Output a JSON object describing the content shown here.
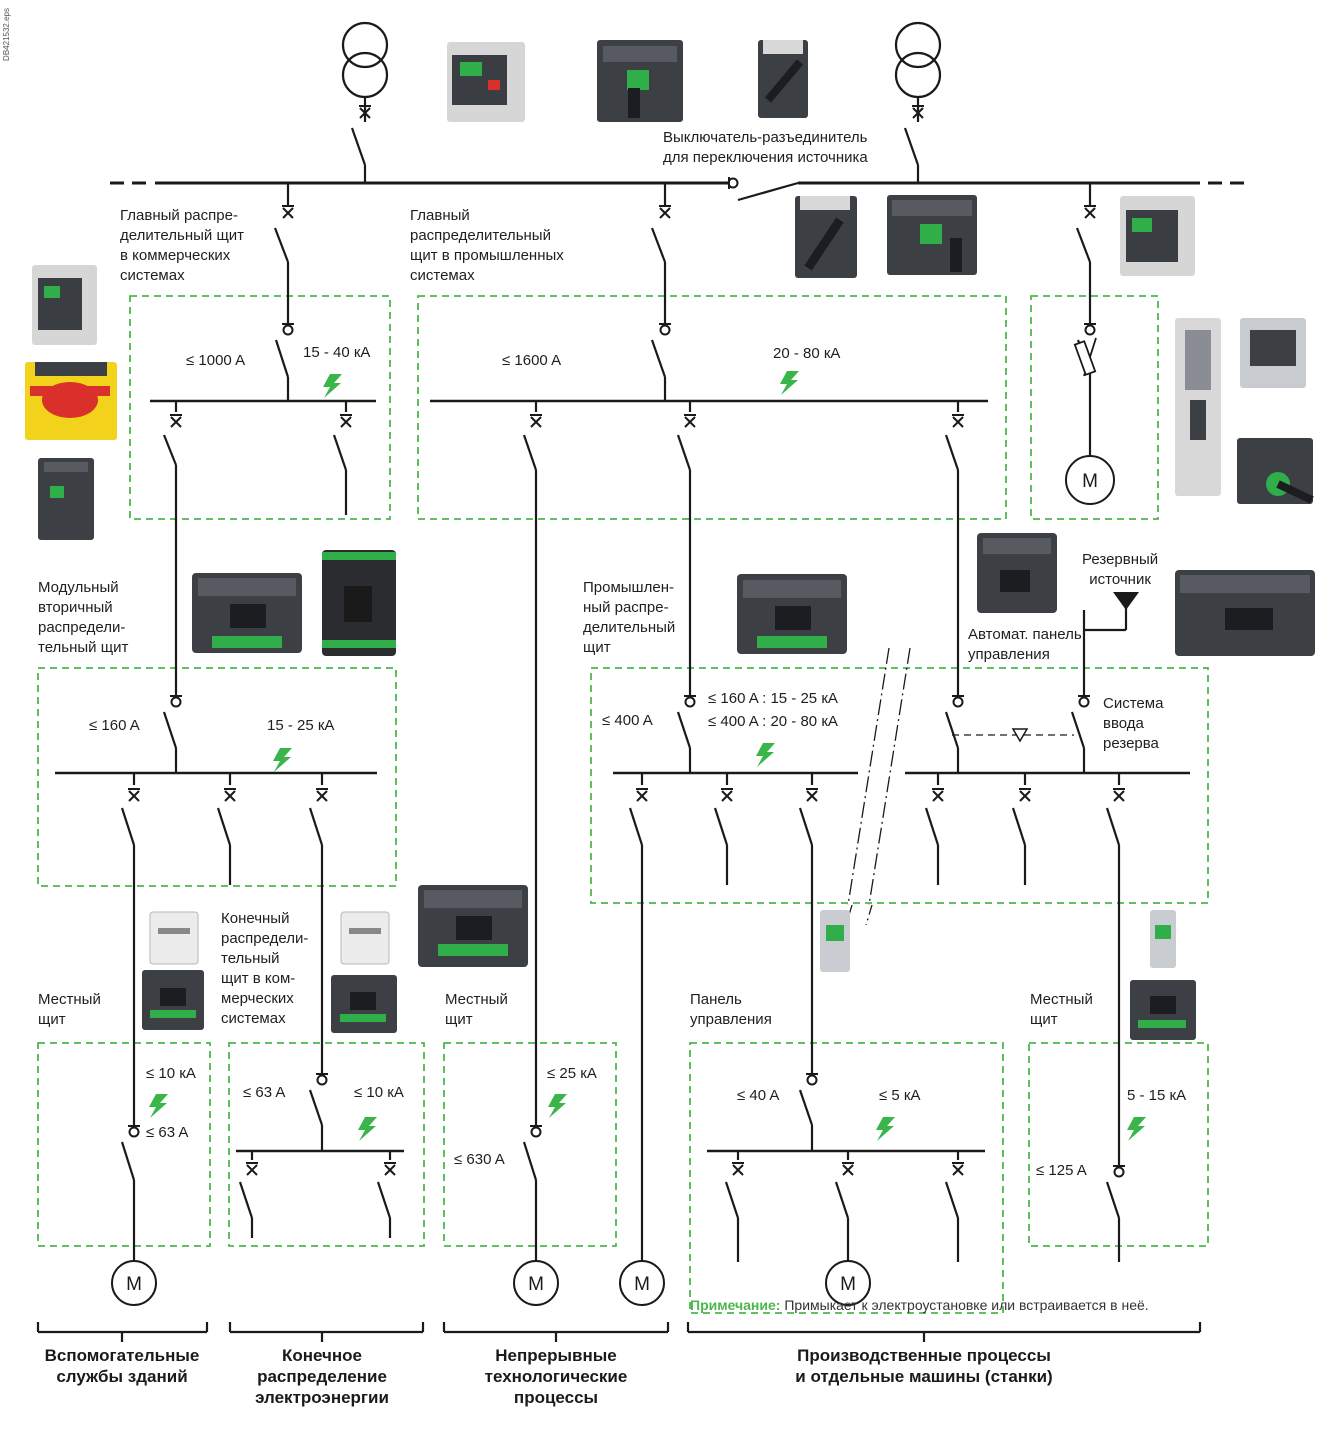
{
  "doc_id": "DB421532.eps",
  "labels": {
    "source_switch": "Выключатель-разъединитель\nдля переключения источника",
    "main_commercial": "Главный распре-\nделительный щит\nв коммерческих\nсистемах",
    "main_industrial": "Главный\nраспределительный\nщит в промышленных\nсистемах",
    "modular_secondary": "Модульный\nвторичный\nраспредели-\nтельный щит",
    "industrial_dist": "Промышлен-\nный распре-\nделительный\nщит",
    "backup_source": "Резервный\nисточник",
    "auto_panel": "Автомат. панель\nуправления",
    "backup_system": "Система\nввода\nрезерва",
    "final_commercial": "Конечный\nраспредели-\nтельный\nщит в ком-\nмерческих\nсистемах",
    "local_panel_1": "Местный\nщит",
    "local_panel_2": "Местный\nщит",
    "local_panel_3": "Местный\nщит",
    "control_panel": "Панель\nуправления"
  },
  "ratings": {
    "r1000": "≤ 1000 A",
    "k15_40": "15 - 40 кА",
    "r1600": "≤ 1600 A",
    "k20_80": "20 - 80 кА",
    "r160": "≤ 160 A",
    "k15_25": "15 - 25 кА",
    "r400": "≤ 400 A",
    "r160k": "≤ 160 A : 15 - 25 кА",
    "r400k": "≤ 400 A : 20 - 80 кА",
    "k10a": "≤ 10 кА",
    "r63a": "≤ 63 A",
    "r63b": "≤ 63 A",
    "k10b": "≤ 10 кА",
    "k25": "≤ 25 кА",
    "r630": "≤ 630 A",
    "r40": "≤ 40 A",
    "k5": "≤ 5 кА",
    "k5_15": "5 - 15 кА",
    "r125": "≤ 125 A"
  },
  "motor_label": "M",
  "note": {
    "prefix": "Примечание:",
    "text": " Примыкает к электроустановке или встраивается в неё."
  },
  "categories": [
    "Вспомогательные\nслужбы зданий",
    "Конечное\nраспределение\nэлектроэнергии",
    "Непрерывные\nтехнологические\nпроцессы",
    "Производственные процессы\nи отдельные машины (станки)"
  ],
  "colors": {
    "line": "#1a1a1a",
    "dashed_box": "#4cb84c",
    "bolt": "#39b54a",
    "note_accent": "#4cb84c",
    "device_body": "#3c3f44",
    "device_light": "#d8d8d8",
    "device_green": "#2fae4a",
    "device_red": "#d9302b",
    "device_yellow": "#f2d21b"
  }
}
